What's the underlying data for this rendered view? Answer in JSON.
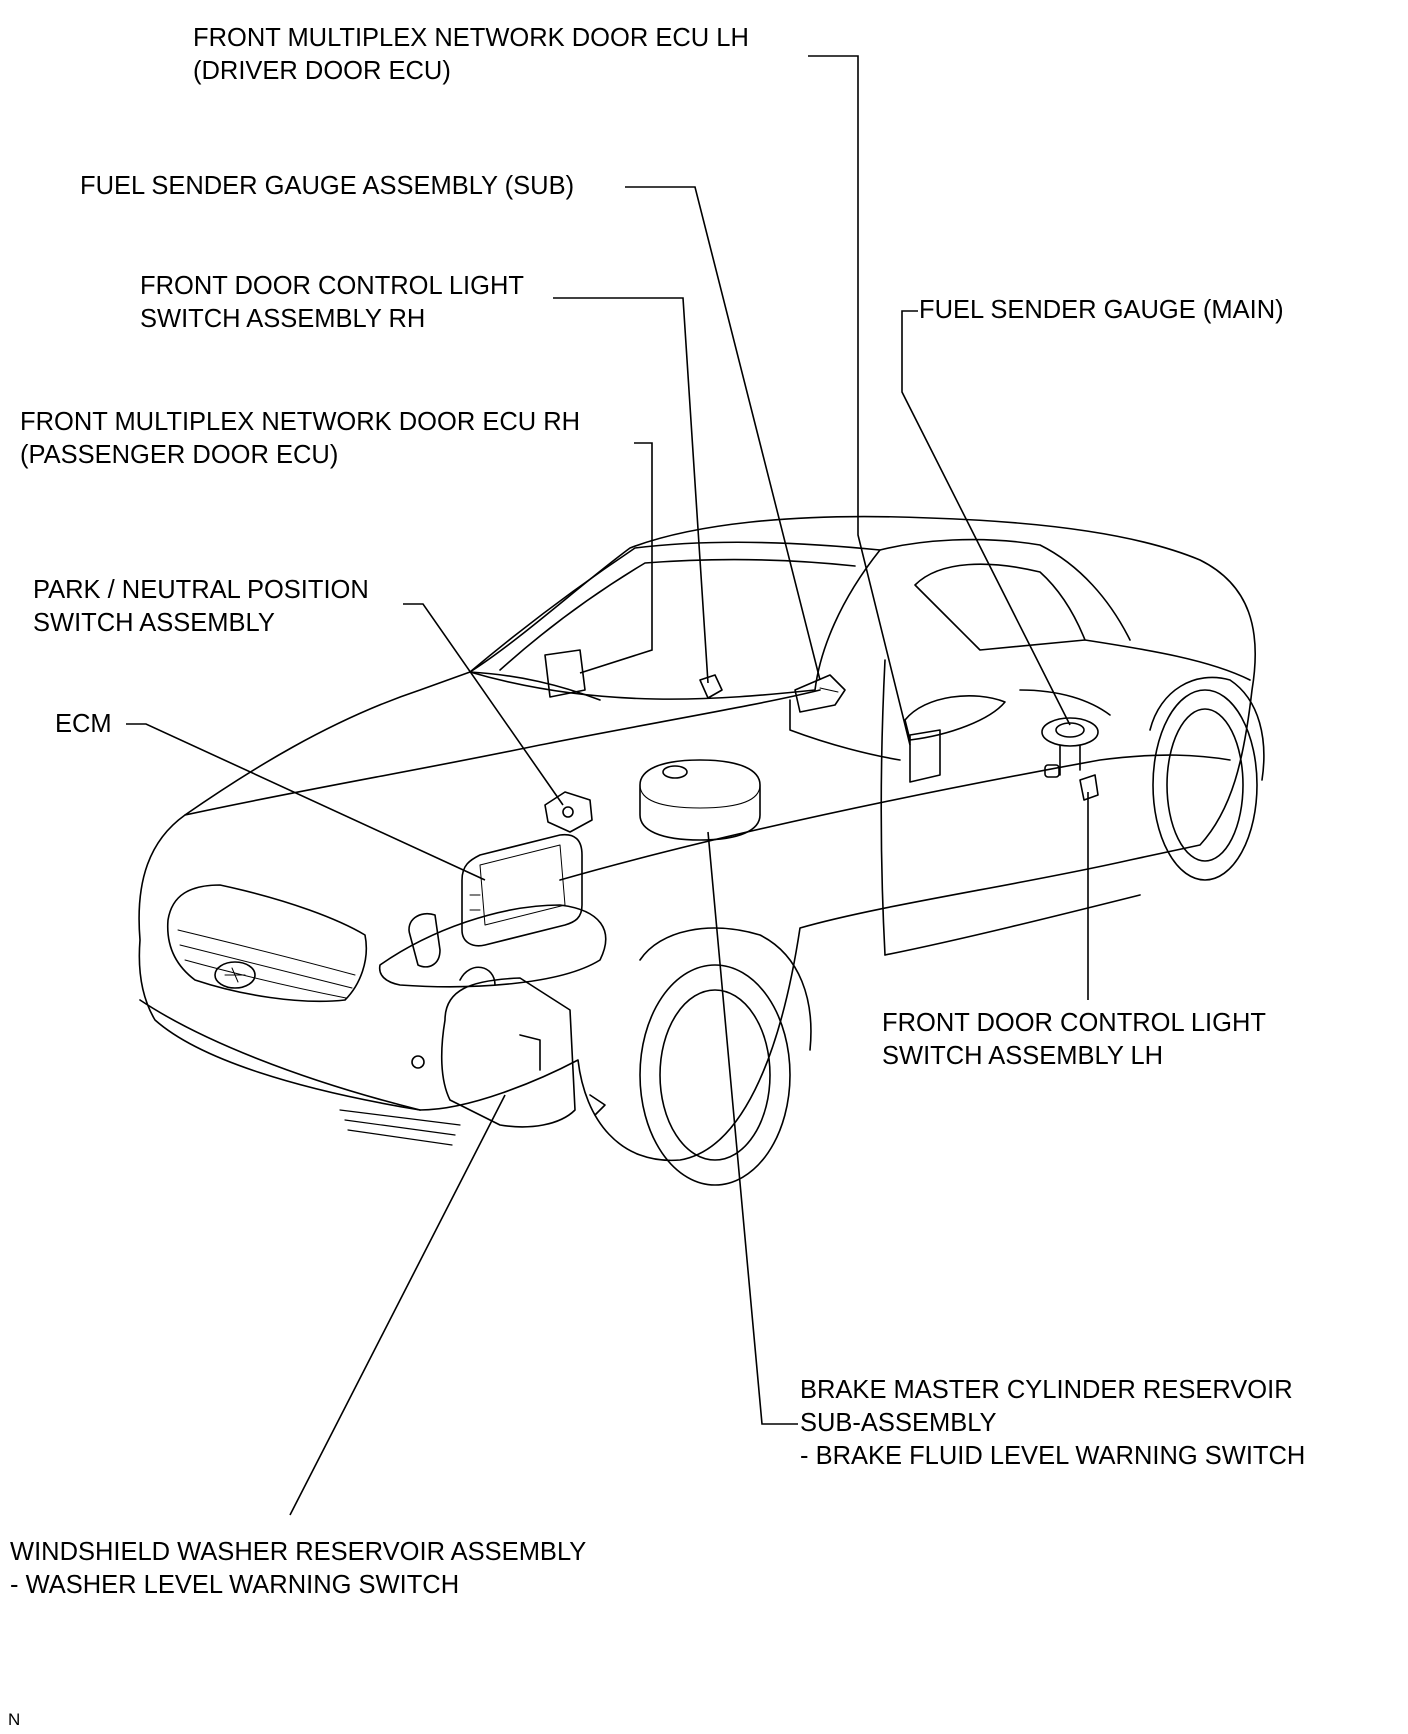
{
  "labels": {
    "door_ecu_lh": [
      "FRONT MULTIPLEX NETWORK DOOR ECU LH",
      "(DRIVER DOOR ECU)"
    ],
    "fuel_sender_sub": [
      "FUEL SENDER GAUGE ASSEMBLY (SUB)"
    ],
    "door_light_sw_rh": [
      "FRONT DOOR CONTROL LIGHT",
      "SWITCH ASSEMBLY RH"
    ],
    "fuel_sender_main": [
      "FUEL SENDER GAUGE (MAIN)"
    ],
    "door_ecu_rh": [
      "FRONT MULTIPLEX NETWORK DOOR ECU RH",
      "(PASSENGER DOOR ECU)"
    ],
    "park_neutral_sw": [
      "PARK / NEUTRAL POSITION",
      "SWITCH ASSEMBLY"
    ],
    "ecm": [
      "ECM"
    ],
    "door_light_sw_lh": [
      "FRONT DOOR CONTROL LIGHT",
      "SWITCH ASSEMBLY LH"
    ],
    "brake_reservoir": [
      "BRAKE MASTER CYLINDER RESERVOIR",
      "SUB-ASSEMBLY",
      "- BRAKE FLUID LEVEL WARNING SWITCH"
    ],
    "washer_reservoir": [
      "WINDSHIELD WASHER RESERVOIR ASSEMBLY",
      "- WASHER LEVEL WARNING SWITCH"
    ]
  },
  "figure_code": "N"
}
